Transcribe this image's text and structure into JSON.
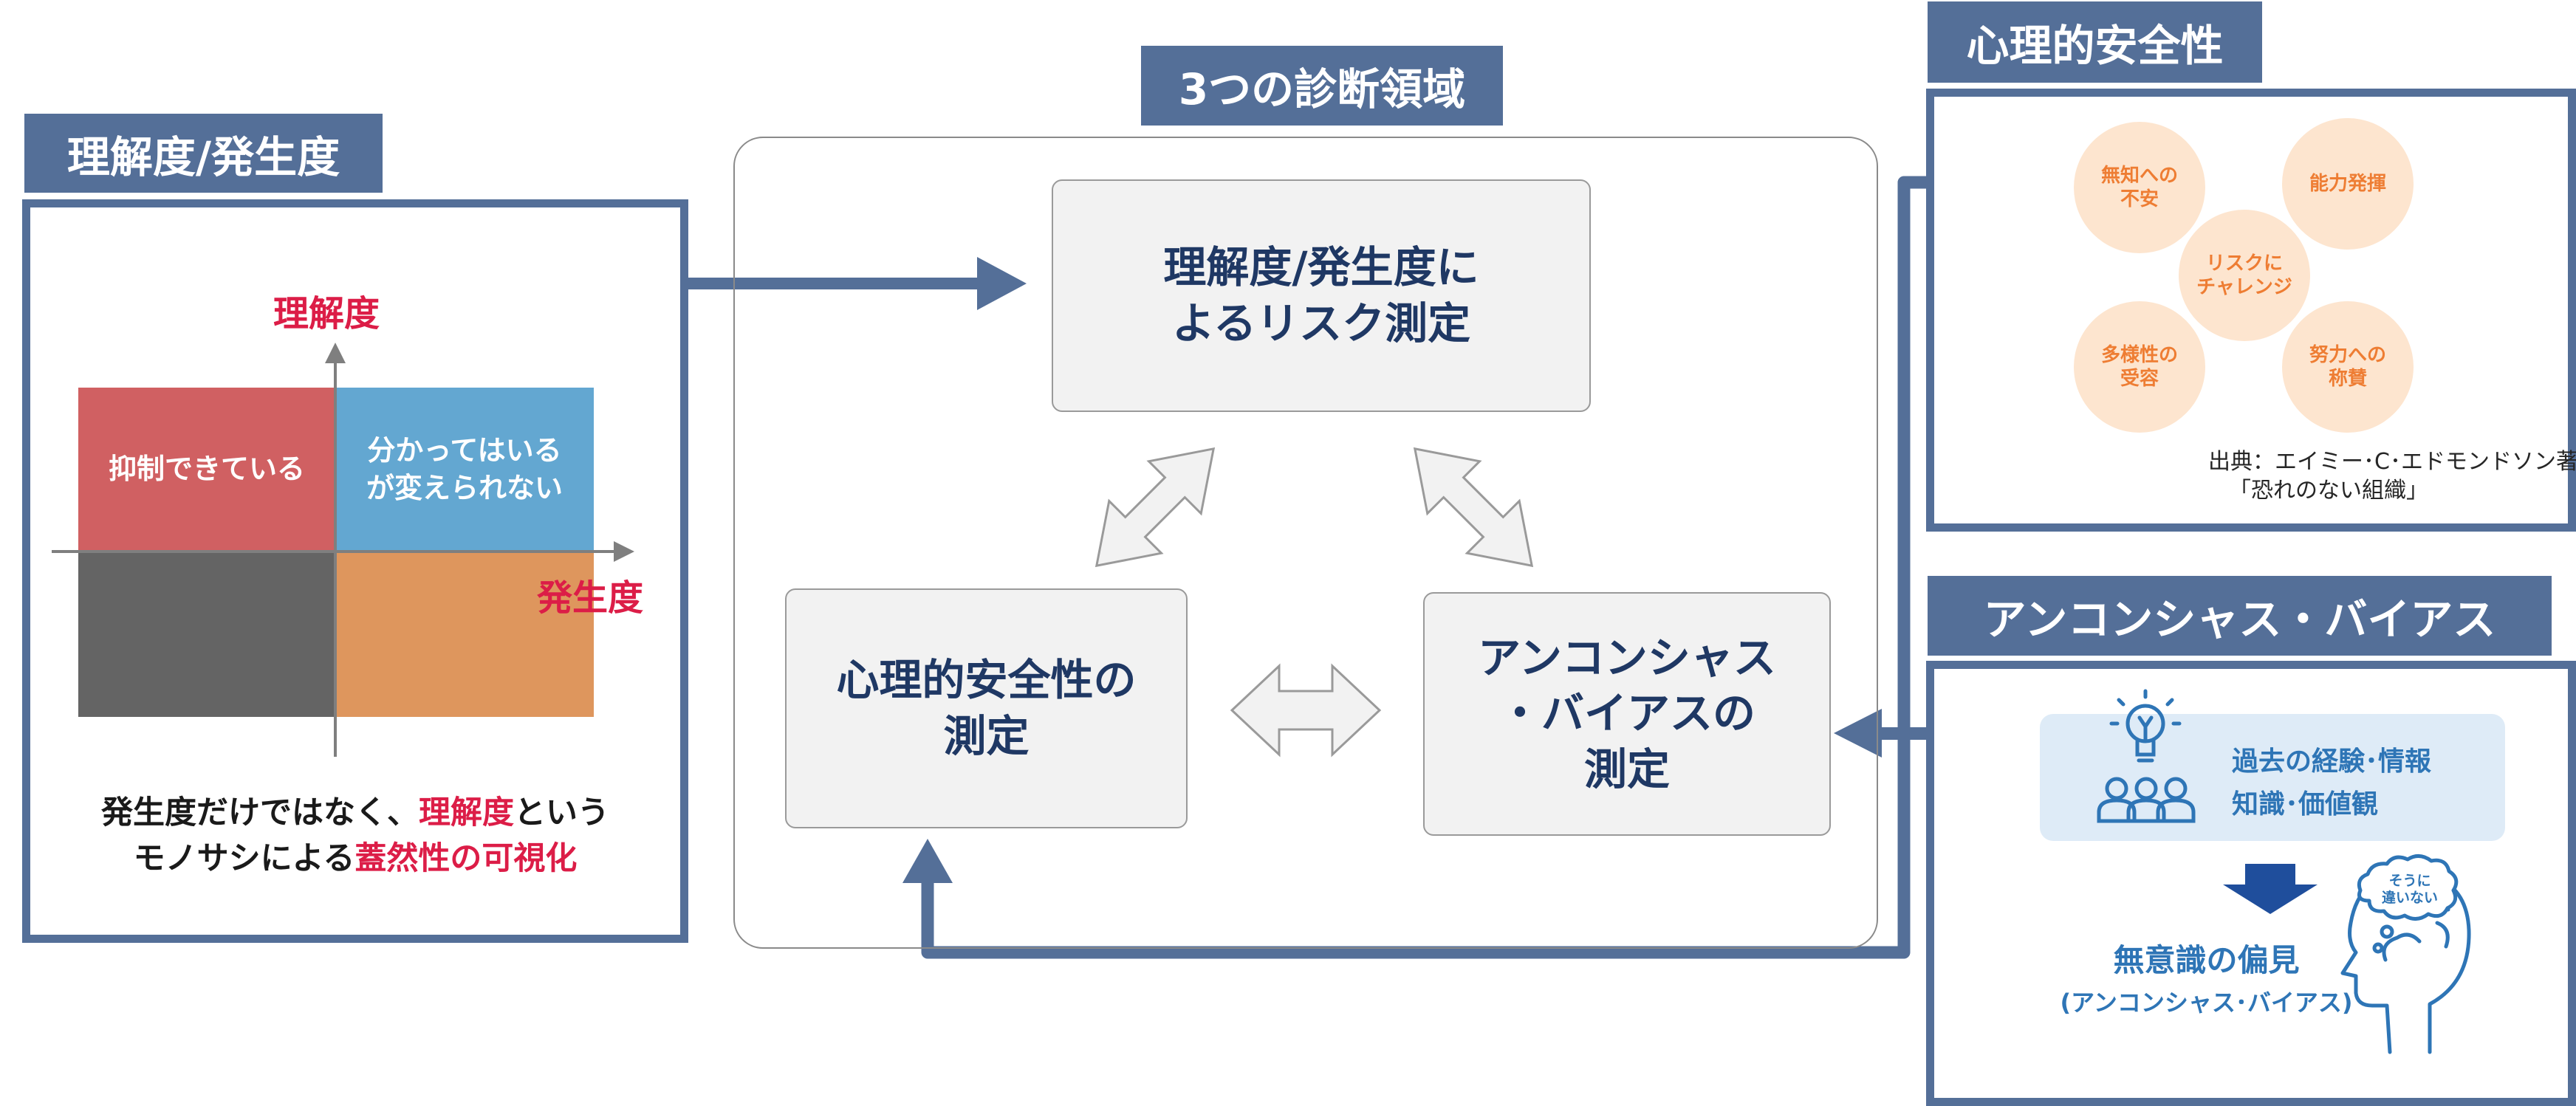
{
  "center": {
    "title": "3つの診断領域",
    "top_box": [
      "理解度/発生度に",
      "よるリスク測定"
    ],
    "left_box": [
      "心理的安全性の",
      "測定"
    ],
    "right_box": [
      "アンコンシャス",
      "・バイアスの",
      "測定"
    ]
  },
  "left_panel": {
    "title": "理解度/発生度",
    "y_axis_label": "理解度",
    "x_axis_label": "発生度",
    "quadrants": {
      "top_left": "抑制できている",
      "top_right": [
        "分かってはいる",
        "が変えられない"
      ],
      "bottom_left": "",
      "bottom_right": ""
    },
    "caption_line1": {
      "a": "発生度だけではなく、",
      "b": "理解度",
      "c": "という"
    },
    "caption_line2": {
      "a": "モノサシによる",
      "b": "蓋然性の可視化"
    },
    "colors": {
      "top_left": "#d06062",
      "top_right": "#63a7d1",
      "bottom_left": "#646464",
      "bottom_right": "#de965d",
      "accent": "#dc1d47"
    }
  },
  "psych_panel": {
    "title": "心理的安全性",
    "circles": [
      [
        "無知への",
        "不安"
      ],
      [
        "能力発揮"
      ],
      [
        "リスクに",
        "チャレンジ"
      ],
      [
        "多様性の",
        "受容"
      ],
      [
        "努力への",
        "称賛"
      ]
    ],
    "source_line1": "出典：エイミー･C･エドモンドソン著",
    "source_line2": "「恐れのない組織」"
  },
  "bias_panel": {
    "title": "アンコンシャス・バイアス",
    "info_line1": "過去の経験･情報",
    "info_line2": "知識･価値観",
    "result_line1": "無意識の偏見",
    "result_line2": "(アンコンシャス･バイアス)",
    "thought_line1": "そうに",
    "thought_line2": "違いない",
    "icons": [
      "lightbulb-icon",
      "people-group-icon",
      "down-arrow-icon",
      "head-thinking-icon"
    ]
  },
  "theme": {
    "navy": "#546f98",
    "box_text": "#1f3864",
    "panel_blue": "#2e75b6"
  }
}
